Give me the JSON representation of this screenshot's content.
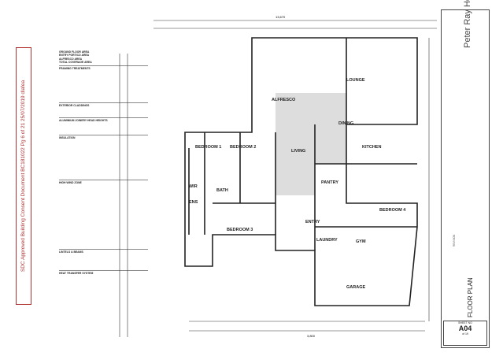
{
  "stamp": {
    "text": "SDC   Approved Building Consent Document   BC181022   Pg 6 of 21   25/07/2019   dlafea",
    "color": "#b03030"
  },
  "notes": {
    "areas": [
      "GROUND FLOOR AREA",
      "ENTRY PORTICO AREA",
      "ALFRESCO AREA",
      "TOTAL COVERAGE AREA"
    ],
    "sections": [
      "FRAMING TREATMENTS",
      "EXTERIOR CLADDINGS",
      "ALUMINIUM JOINERY HEAD HEIGHTS",
      "INSULATION",
      "HIGH WIND ZONE",
      "LINTELS & BEAMS",
      "HEAT TRANSFER SYSTEM"
    ]
  },
  "plan": {
    "rooms": [
      "LOUNGE",
      "DINING",
      "ALFRESCO",
      "BEDROOM 1",
      "BEDROOM 2",
      "LIVING",
      "KITCHEN",
      "BEDROOM 4",
      "BEDROOM 3",
      "GYM",
      "GARAGE",
      "ENTRY",
      "LAUNDRY",
      "PANTRY",
      "BATH",
      "WIR",
      "ENS"
    ],
    "dims": {
      "top": "13,670",
      "bottom": "3,800"
    }
  },
  "title_block": {
    "logo": "Peter Ray Homes",
    "drawing_title": "FLOOR PLAN",
    "sheet_label": "SHEET NO",
    "sheet_no": "A04",
    "sheet_of": "of 19",
    "revision": "REVISION"
  }
}
